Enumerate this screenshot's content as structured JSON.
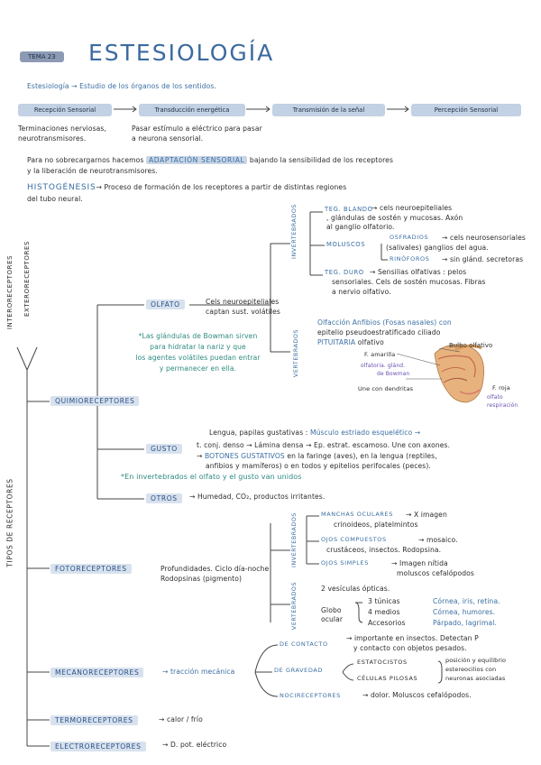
{
  "header": {
    "tag": "TEMA 23",
    "title": "ESTESIOLOGÍA"
  },
  "intro": {
    "def": "Estesiología → Estudio de los órganos de los sentidos."
  },
  "flow": {
    "steps": [
      "Recepción Sensorial",
      "Transducción energética",
      "Transmisión de la señal",
      "Percepción Sensorial"
    ],
    "notes": [
      "Terminaciones nerviosas, neurotransmisores.",
      "Pasar estímulo a eléctrico para pasar a neurona sensorial."
    ]
  },
  "adaptacion": {
    "line1_pre": "Para no sobrecargarnos hacemos ",
    "line1_hl": "ADAPTACIÓN SENSORIAL",
    "line1_post": " bajando la sensibilidad de los receptores",
    "line2": "y la liberación de neurotransmisores."
  },
  "histogenesis": {
    "term": "HISTOGÉNESIS",
    "line1": "→ Proceso de formación de los receptores a partir de distintas regiones",
    "line2": "del tubo neural."
  },
  "tree": {
    "root": "TIPOS DE RECEPTORES",
    "side_intero": "INTERORECEPTORES",
    "side_extero": "EXTERORECEPTORES",
    "quimio": {
      "label": "QUIMIORECEPTORES",
      "olfato": {
        "label": "OLFATO",
        "desc1": "Cels neuroepiteliales",
        "desc2": "captan sust. volátiles",
        "invert_label": "INVERTEBRADOS",
        "vert_label": "VERTEBRADOS",
        "teg_blando": "TEG. BLANDO",
        "teg_blando_desc": [
          "→ cels neuroepiteliales",
          ", glándulas de sostén y mucosas. Axón",
          "al ganglio olfatorio."
        ],
        "moluscos": "MOLUSCOS",
        "osfradios": "OSFRADIOS",
        "osfradios_desc": "→ cels neurosensoriales",
        "osfradios_desc2": "(salivales) ganglios del agua.",
        "rinoforos": "RINÓFOROS",
        "rinoforos_desc": "→ sin glánd. secretoras",
        "teg_duro": "TEG. DURO",
        "teg_duro_desc": [
          "→ Sensilias olfativas : pelos",
          "sensoriales. Cels de sostén mucosas. Fibras",
          "a nervio olfativo."
        ],
        "vert_desc": [
          "Olfacción Anfibios (Fosas nasales) con",
          "epitelio pseudoestratificado ciliado"
        ],
        "vert_hl": "PITUITARIA",
        "vert_desc2": "olfativo",
        "bowman_note": [
          "*Las glándulas de Bowman sirven",
          "para hidratar la nariz y que",
          "los agentes volátiles puedan entrar",
          "y permanecer en ella."
        ],
        "diagram_labels": [
          "Bulbo olfativo",
          "F. amarilla",
          "olfatoria. glánd.",
          "de Bowman",
          "Une con dendritas",
          "F. roja",
          "olfato",
          "respiración"
        ]
      },
      "gusto": {
        "label": "GUSTO",
        "line1": "Lengua, papilas gustativas : ",
        "line1_hl": "Músculo estriado esquelético →",
        "line2": "t. conj. denso → Lámina densa → Ep. estrat. escamoso. Une con axones.",
        "line3_pre": "→ ",
        "line3_hl": "BOTONES GUSTATIVOS",
        "line3_post": " en la faringe (aves), en la lengua (reptiles,",
        "line4": "anfibios y mamíferos) o en todos y epitelios perifocales (peces).",
        "note": "*En invertebrados el olfato y el gusto van unidos"
      },
      "otros": {
        "label": "OTROS",
        "desc": "→ Humedad, CO₂, productos irritantes."
      }
    },
    "foto": {
      "label": "FOTORECEPTORES",
      "desc1": "Profundidades. Ciclo día-noche",
      "desc2": "Rodopsinas (pigmento)",
      "invert_label": "INVERTEBRADOS",
      "vert_label": "VERTEBRADOS",
      "manchas": "MANCHAS OCULARES",
      "manchas_desc": "→ X imagen",
      "manchas_desc2": "crinoideos, platelmintos",
      "compuestos": "OJOS COMPUESTOS",
      "compuestos_desc": "→ mosaico.",
      "compuestos_desc2": "crustáceos, insectos. Rodopsina.",
      "simples": "OJOS SIMPLES",
      "simples_desc": "→ Imagen nítida",
      "simples_desc2": "moluscos cefalópodos",
      "vesiculas": "2 vesículas ópticas.",
      "globo": "Globo ocular",
      "tunicas": "3 túnicas",
      "tunicas_desc": "Córnea, iris, retina.",
      "medios": "4 medios",
      "medios_desc": "Córnea, humores.",
      "accesorios": "Accesorios",
      "accesorios_desc": "Párpado, lagrimal."
    },
    "mecano": {
      "label": "MECANORECEPTORES",
      "desc": "→ tracción mecánica",
      "contacto": "DE CONTACTO",
      "contacto_desc1": "→ importante en insectos. Detectan P",
      "contacto_desc2": "y contacto con objetos pesados.",
      "gravedad": "DE GRAVEDAD",
      "estatocistos": "ESTATOCISTOS",
      "pilosas": "CÉLULAS PILOSAS",
      "brace_desc": [
        "posición y equilibrio",
        "estereocilios con",
        "neuronas asociadas"
      ],
      "noci": "NOCIRECEPTORES",
      "noci_desc": "→ dolor. Moluscos cefalópodos."
    },
    "termo": {
      "label": "TERMORECEPTORES",
      "desc": "→ calor / frío"
    },
    "electro": {
      "label": "ELECTRORECEPTORES",
      "desc": "→ D. pot. eléctrico"
    }
  },
  "colors": {
    "accent": "#3a6ea3",
    "tag": "#8c9bb3",
    "box": "#c2d1e3",
    "teal": "#2e8a80",
    "purple": "#6a4fb0"
  }
}
